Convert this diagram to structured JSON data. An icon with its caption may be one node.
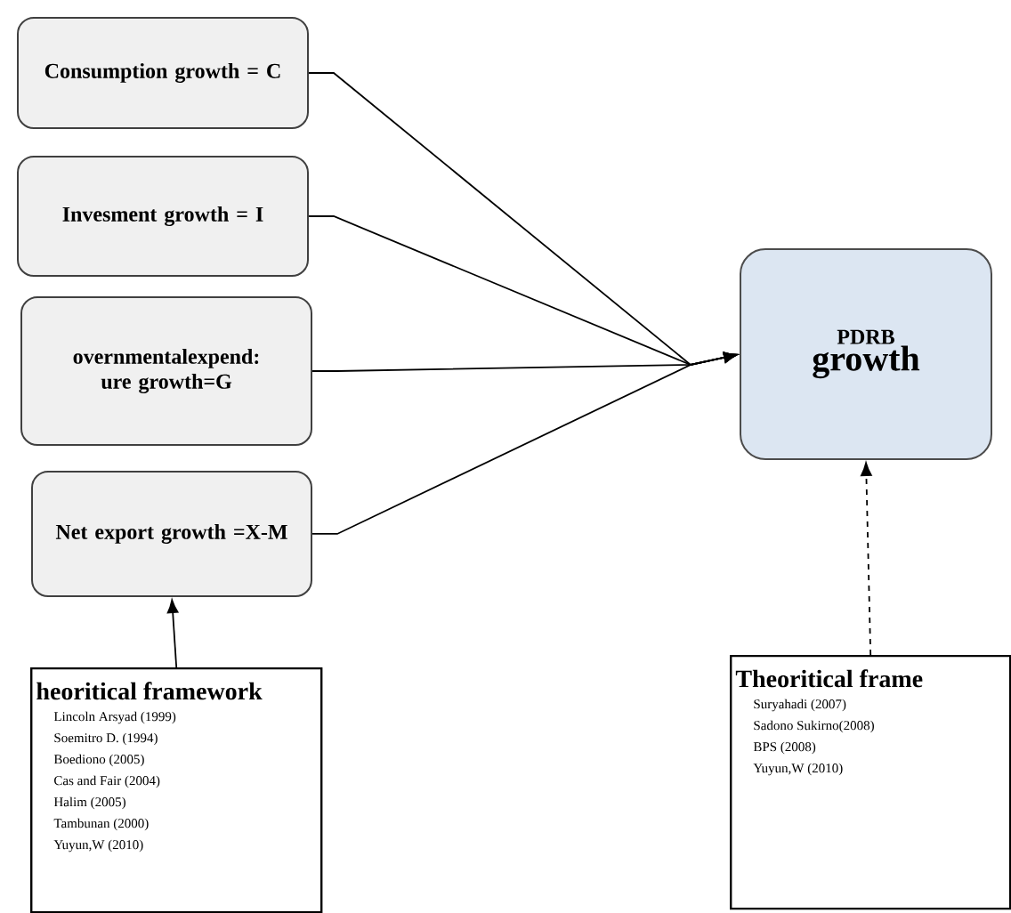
{
  "diagram": {
    "nodes": [
      {
        "text": [
          "Consumption growth  = C"
        ]
      },
      {
        "text": [
          "Invesment growth  = I"
        ]
      },
      {
        "text": [
          "overnmentalexpend: ure growth=G"
        ]
      },
      {
        "text": [
          "Net export growth =X-M"
        ]
      },
      {
        "text": [
          "PDRB",
          "growth"
        ]
      },
      {
        "text": [
          "heoritical framework",
          "Lincoln  Arsyad  (1999)",
          "Soemitro D.  (1994)",
          "Boediono  (2005)",
          "Cas and  Fair  (2004)",
          "Halim (2005)",
          "Tambunan  (2000)",
          "Yuyun,W  (2010)"
        ]
      },
      {
        "text": [
          "Theoritical frame",
          "Suryahadi  (2007)",
          "Sadono  Sukirno(2008)",
          "BPS (2008)",
          "Yuyun,W  (2010)"
        ]
      }
    ],
    "edges": [
      {
        "from": 0,
        "to": 4,
        "arrow": "to"
      },
      {
        "from": 1,
        "to": 4,
        "arrow": "to"
      },
      {
        "from": 2,
        "to": 4,
        "arrow": "to"
      },
      {
        "from": 3,
        "to": 4,
        "arrow": "to"
      },
      {
        "from": 5,
        "to": 3,
        "arrow": "to"
      },
      {
        "from": 6,
        "to": 4,
        "arrow": "to",
        "style": "dashed"
      }
    ]
  }
}
